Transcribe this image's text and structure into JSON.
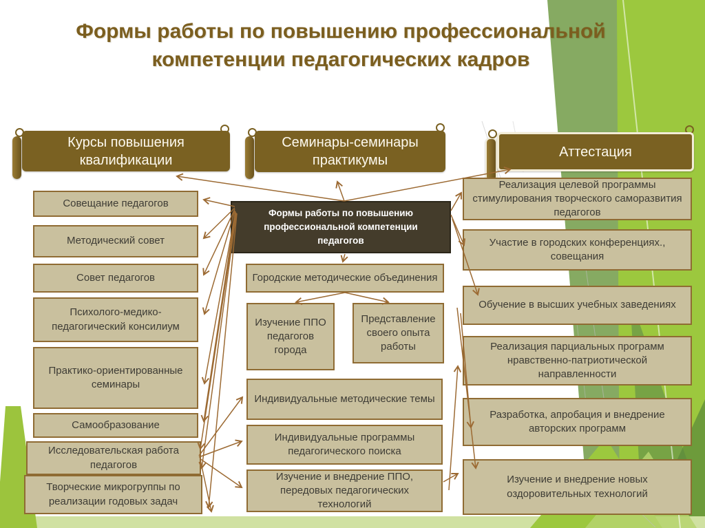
{
  "title": "Формы работы по повышению профессиональной компетенции педагогических кадров",
  "banners": [
    {
      "label": "Курсы повышения квалификации"
    },
    {
      "label": "Семинары-семинары практикумы"
    },
    {
      "label": "Аттестация"
    }
  ],
  "center_box": {
    "label": "Формы работы по повышению профессиональной компетенции педагогов"
  },
  "left_column": [
    {
      "label": "Совещание педагогов"
    },
    {
      "label": "Методический совет"
    },
    {
      "label": "Совет педагогов"
    },
    {
      "label": "Психолого-медико-педагогический консилиум"
    },
    {
      "label": "Практико-ориентированные семинары"
    },
    {
      "label": "Самообразование"
    },
    {
      "label": "Исследовательская работа педагогов"
    },
    {
      "label": "Творческие микрогруппы по реализации годовых задач"
    }
  ],
  "middle_column": [
    {
      "label": "Городские методические объединения"
    },
    {
      "label": "Изучение ППО педагогов города"
    },
    {
      "label": "Представление своего опыта работы"
    },
    {
      "label": "Индивидуальные методические темы"
    },
    {
      "label": "Индивидуальные программы педагогического поиска"
    },
    {
      "label": "Изучение и внедрение ППО, передовых педагогических технологий"
    }
  ],
  "right_column": [
    {
      "label": "Реализация целевой программы стимулирования творческого саморазвития педагогов"
    },
    {
      "label": "Участие в городских конференциях., совещания"
    },
    {
      "label": "Обучение в высших учебных заведениях"
    },
    {
      "label": "Реализация парциальных программ нравственно-патриотической направленности"
    },
    {
      "label": "Разработка, апробация и внедрение авторских программ"
    },
    {
      "label": "Изучение и внедрение новых оздоровительных технологий"
    }
  ],
  "colors": {
    "title": "#7b5e1f",
    "banner_fill": "#7a6122",
    "center_fill": "#443c2b",
    "box_fill": "#c9c09e",
    "box_border": "#8f6b33",
    "arrow": "#9c6a33",
    "green_bright": "#9cc83e",
    "green_sage": "#86aa62",
    "green_pale": "#d0e1a2"
  }
}
